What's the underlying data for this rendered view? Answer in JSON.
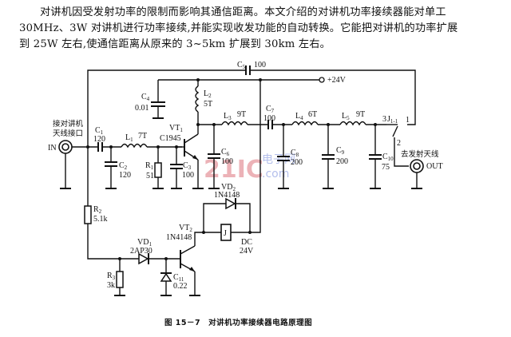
{
  "intro_paragraph": {
    "line1": "对讲机因受发射功率的限制而影响其通信距离。本文介绍的对讲机功率接续器能对单工",
    "line2": "30MHz、3W 对讲机进行功率接续,并能实现收发功能的自动转换。它能把对讲机的功率扩展",
    "line3": "到 25W 左右,使通信距离从原来的 3~5km 扩展到 30km 左右。"
  },
  "figure_caption": "图 15－7　对讲机功率接续器电路原理图",
  "watermark": {
    "main": "21IC",
    "sub_cn": "电子网",
    "sub_en": ".com"
  },
  "ports": {
    "input_label_line1": "接对讲机",
    "input_label_line2": "天线接口",
    "input_name": "IN",
    "output_label": "去发射天线",
    "output_name": "OUT",
    "supply": "+24V",
    "relay_supply_line1": "DC",
    "relay_supply_line2": "24V"
  },
  "components": {
    "C1": {
      "ref": "C",
      "sub": "1",
      "value": "120"
    },
    "C2": {
      "ref": "C",
      "sub": "2",
      "value": "120"
    },
    "C3": {
      "ref": "C",
      "sub": "3",
      "value": "100"
    },
    "C4": {
      "ref": "C",
      "sub": "4",
      "value": "0.01"
    },
    "C5": {
      "ref": "C",
      "sub": "5",
      "value": "100"
    },
    "C6": {
      "ref": "C",
      "sub": "6",
      "value": "100"
    },
    "C7": {
      "ref": "C",
      "sub": "7",
      "value": "100"
    },
    "C8": {
      "ref": "C",
      "sub": "8",
      "value": "200"
    },
    "C9": {
      "ref": "C",
      "sub": "9",
      "value": "200"
    },
    "C10": {
      "ref": "C",
      "sub": "10",
      "value": "75"
    },
    "C11": {
      "ref": "C",
      "sub": "11",
      "value": "0.22"
    },
    "L1": {
      "ref": "L",
      "sub": "1",
      "value": "7T"
    },
    "L2": {
      "ref": "L",
      "sub": "2",
      "value": "5T"
    },
    "L3": {
      "ref": "L",
      "sub": "3",
      "value": "9T"
    },
    "L4": {
      "ref": "L",
      "sub": "4",
      "value": "6T"
    },
    "L5": {
      "ref": "L",
      "sub": "5",
      "value": "9T"
    },
    "R1": {
      "ref": "R",
      "sub": "1",
      "value": "51"
    },
    "R2": {
      "ref": "R",
      "sub": "2",
      "value": "5.1k"
    },
    "R3": {
      "ref": "R",
      "sub": "3",
      "value": "3k"
    },
    "VT1": {
      "ref": "VT",
      "sub": "1",
      "value": "C1945"
    },
    "VT2": {
      "ref": "VT",
      "sub": "2",
      "value": "1N4148"
    },
    "VD1": {
      "ref": "VD",
      "sub": "1",
      "value": "2AP30"
    },
    "VD2": {
      "ref": "VD",
      "sub": "2",
      "value": "1N4148"
    },
    "J": {
      "ref": "J",
      "value": "J"
    },
    "J1": {
      "ref": "J",
      "sub": "1-1",
      "pin1": "1",
      "pin2": "2",
      "pin3": "3"
    }
  }
}
